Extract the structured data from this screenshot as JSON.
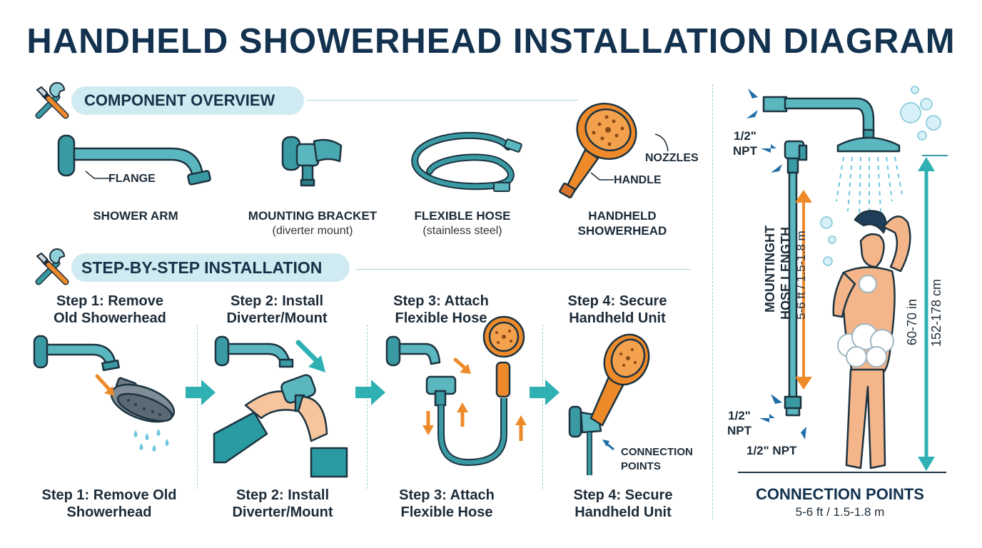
{
  "title": "HANDHELD SHOWERHEAD INSTALLATION DIAGRAM",
  "sections": {
    "overview": "COMPONENT OVERVIEW",
    "installation": "STEP-BY-STEP INSTALLATION"
  },
  "components": {
    "shower_arm": {
      "label": "SHOWER ARM",
      "callout": "FLANGE"
    },
    "mounting_bracket": {
      "label": "MOUNTING BRACKET",
      "sub": "(diverter mount)"
    },
    "flexible_hose": {
      "label": "FLEXIBLE HOSE",
      "sub": "(stainless steel)"
    },
    "handheld": {
      "label_line1": "HANDHELD",
      "label_line2": "SHOWERHEAD",
      "callout_nozzles": "NOZZLES",
      "callout_handle": "HANDLE"
    }
  },
  "steps": [
    {
      "head1": "Step 1: Remove",
      "head2": "Old Showerhead",
      "foot1": "Step 1: Remove Old",
      "foot2": "Showerhead"
    },
    {
      "head1": "Step 2: Install",
      "head2": "Diverter/Mount",
      "foot1": "Step 2: Install",
      "foot2": "Diverter/Mount"
    },
    {
      "head1": "Step 3: Attach",
      "head2": "Flexible Hose",
      "foot1": "Step 3: Attach",
      "foot2": "Flexible Hose"
    },
    {
      "head1": "Step 4: Secure",
      "head2": "Handheld Unit",
      "foot1": "Step 4: Secure",
      "foot2": "Handheld Unit"
    }
  ],
  "step4_callout": {
    "line1": "CONNECTION",
    "line2": "POINTS"
  },
  "right_panel": {
    "npt_top_1": "1/2\"",
    "npt_top_2": "NPT",
    "npt_bottom_1": "1/2\"",
    "npt_bottom_2": "NPT",
    "npt_bottom_right": "1/2\" NPT",
    "vertical_label_1": "MOUNTINGHT",
    "vertical_label_2": "HOSE LENGTH",
    "vertical_label_3": "5-6 ft / 1.5-1.8 m",
    "height_in": "60-70 in",
    "height_cm": "152-178 cm",
    "footer_title": "CONNECTION POINTS",
    "footer_sub": "5-6 ft / 1.5-1.8 m"
  },
  "colors": {
    "teal": "#3a9aa3",
    "teal_dark": "#1f6e78",
    "orange": "#ee8a2a",
    "navy": "#12324f",
    "pill": "#cfeaf0"
  },
  "icons": [
    "tools-icon",
    "arrow-right-icon",
    "water-drop-icon",
    "bubble-icon"
  ]
}
